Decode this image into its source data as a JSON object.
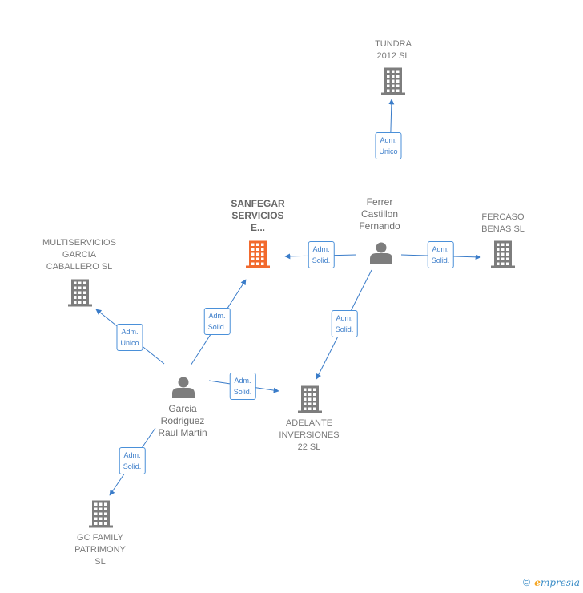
{
  "colors": {
    "edge": "#3a7cc9",
    "building": "#7d7d7d",
    "main_building": "#f26a2e",
    "person": "#7d7d7d"
  },
  "nodes": {
    "tundra": {
      "label": "TUNDRA\n2012 SL",
      "icon": "building-icon"
    },
    "sanfegar": {
      "label": "SANFEGAR\nSERVICIOS\nE...",
      "icon": "building-icon"
    },
    "fercaso": {
      "label": "FERCASO\nBENAS SL",
      "icon": "building-icon"
    },
    "multiservicios": {
      "label": "MULTISERVICIOS\nGARCIA\nCABALLERO SL",
      "icon": "building-icon"
    },
    "adelante": {
      "label": "ADELANTE\nINVERSIONES\n22  SL",
      "icon": "building-icon"
    },
    "gcfamily": {
      "label": "GC FAMILY\nPATRIMONY\nSL",
      "icon": "building-icon"
    },
    "ferrer": {
      "label": "Ferrer\nCastillon\nFernando",
      "icon": "person-icon"
    },
    "garcia": {
      "label": "Garcia\nRodriguez\nRaul Martin",
      "icon": "person-icon"
    }
  },
  "edges": [
    {
      "from": "ferrer",
      "to": "tundra",
      "label": "Adm.\nUnico"
    },
    {
      "from": "ferrer",
      "to": "sanfegar",
      "label": "Adm.\nSolid."
    },
    {
      "from": "ferrer",
      "to": "fercaso",
      "label": "Adm.\nSolid."
    },
    {
      "from": "ferrer",
      "to": "adelante",
      "label": "Adm.\nSolid."
    },
    {
      "from": "garcia",
      "to": "multiservicios",
      "label": "Adm.\nUnico"
    },
    {
      "from": "garcia",
      "to": "sanfegar",
      "label": "Adm.\nSolid."
    },
    {
      "from": "garcia",
      "to": "adelante",
      "label": "Adm.\nSolid."
    },
    {
      "from": "garcia",
      "to": "gcfamily",
      "label": "Adm.\nSolid."
    }
  ],
  "footer": {
    "copyright": "©",
    "brand_initial": "e",
    "brand_rest": "mpresia"
  }
}
